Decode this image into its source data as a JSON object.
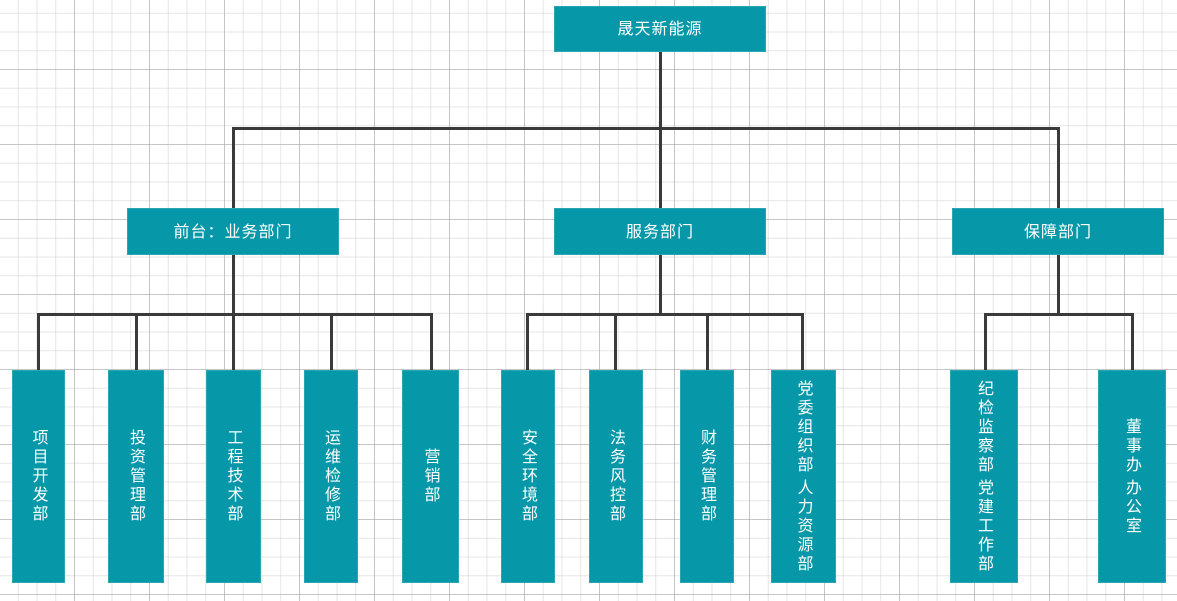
{
  "chart": {
    "type": "org-chart",
    "title": "晟天新能源组织架构图",
    "accent_color": "#0698a8",
    "line_color": "#3a3a3a",
    "text_color": "#ffffff"
  },
  "root": {
    "label": "晟天新能源"
  },
  "divisions": [
    {
      "label": "前台：业务部门"
    },
    {
      "label": "服务部门"
    },
    {
      "label": "保障部门"
    }
  ],
  "departments": [
    {
      "label": "项目开发部",
      "second": "",
      "division": "前台：业务部门"
    },
    {
      "label": "投资管理部",
      "second": "",
      "division": "前台：业务部门"
    },
    {
      "label": "工程技术部",
      "second": "",
      "division": "前台：业务部门"
    },
    {
      "label": "运维检修部",
      "second": "",
      "division": "前台：业务部门"
    },
    {
      "label": "营销部",
      "second": "",
      "division": "前台：业务部门"
    },
    {
      "label": "安全环境部",
      "second": "",
      "division": "服务部门"
    },
    {
      "label": "法务风控部",
      "second": "",
      "division": "服务部门"
    },
    {
      "label": "财务管理部",
      "second": "",
      "division": "服务部门"
    },
    {
      "label": "人力资源部",
      "second": "党委组织部",
      "division": "服务部门"
    },
    {
      "label": "党建工作部",
      "second": "纪检监察部",
      "division": "保障部门"
    },
    {
      "label": "办公室",
      "second": "董事办",
      "division": "保障部门"
    }
  ]
}
